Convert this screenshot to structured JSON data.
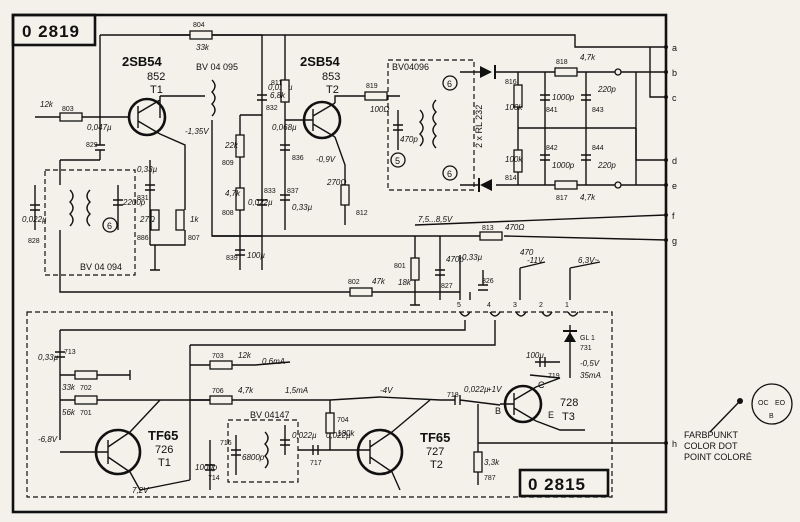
{
  "ids": {
    "top": "0 2819",
    "bottom": "0 2815"
  },
  "transistors": {
    "t852": {
      "type": "2SB54",
      "number": "852",
      "label": "T1"
    },
    "t853": {
      "type": "2SB54",
      "number": "853",
      "label": "T2"
    },
    "t726": {
      "type": "TF65",
      "number": "726",
      "label": "T1"
    },
    "t727": {
      "type": "TF65",
      "number": "727",
      "label": "T2"
    },
    "t728": {
      "number": "728",
      "label": "T3",
      "pins": [
        "B",
        "C",
        "E"
      ]
    }
  },
  "coils": [
    "BV 04 095",
    "BV04096",
    "BV 04 094",
    "BV 04147",
    "2 x RL 232"
  ],
  "components": {
    "r803": [
      "803",
      "12k"
    ],
    "r804": [
      "804",
      "33k"
    ],
    "c829": [
      "829",
      "0,047µ"
    ],
    "c828": [
      "828",
      "0,022µ"
    ],
    "c_2200": [
      "2200p"
    ],
    "c831": [
      "831",
      "0,33µ"
    ],
    "r886": [
      "886",
      "27Ω"
    ],
    "r807": [
      "807",
      "1k"
    ],
    "c832": [
      "832",
      "0,015µ"
    ],
    "r809": [
      "809",
      "22k"
    ],
    "r808": [
      "808",
      "4,7k"
    ],
    "c833": [
      "833",
      "0,022µ"
    ],
    "c839": [
      "839",
      "100µ"
    ],
    "r811": [
      "811",
      "6,8k"
    ],
    "c836": [
      "836",
      "0,068µ"
    ],
    "c837": [
      "837",
      "0,33µ"
    ],
    "r812": [
      "812",
      "270Ω"
    ],
    "r819": [
      "819",
      "100Ω"
    ],
    "c_470": [
      "470p"
    ],
    "r816": [
      "816",
      "100k"
    ],
    "c841": [
      "841",
      "1000p"
    ],
    "r818": [
      "818",
      "4,7k"
    ],
    "c843": [
      "843",
      "220p"
    ],
    "r814": [
      "814",
      "100k"
    ],
    "c842": [
      "842",
      "1000p"
    ],
    "c844": [
      "844",
      "220p"
    ],
    "r817": [
      "817",
      "4,7k"
    ],
    "r813": [
      "813",
      "470Ω"
    ],
    "r_470": [
      "470"
    ],
    "r801": [
      "801",
      "18k"
    ],
    "c827": [
      "827",
      "470p"
    ],
    "r802": [
      "802",
      "47k"
    ],
    "c826": [
      "826",
      "0,33µ"
    ],
    "c713": [
      "713",
      "0,33µ"
    ],
    "r702": [
      "702",
      "33k"
    ],
    "r701": [
      "701",
      "56k"
    ],
    "r703": [
      "703",
      "12k"
    ],
    "r706": [
      "706",
      "4,7k"
    ],
    "c718": [
      "718",
      "0,022µ"
    ],
    "c719": [
      "719",
      "100µ"
    ],
    "gl1": [
      "GL 1",
      "731"
    ],
    "r704": [
      "704",
      "180k"
    ],
    "c716": [
      "716",
      "6800p"
    ],
    "c_0022": [
      "0,022µ"
    ],
    "c717": [
      "717",
      "0,022µ"
    ],
    "c714": [
      "714",
      "1000p"
    ],
    "r787": [
      "787",
      "3,3k"
    ]
  },
  "annotations": {
    "v_135": "-1,35V",
    "v_09": "-0,9V",
    "v_758": "7,5...8,5V",
    "v_11": "-11V",
    "v_63": "6,3V~",
    "v_68": "-6,8V",
    "v_72": "7,2V",
    "ma_06": "0,6mA",
    "ma_15": "1,5mA",
    "v_4": "-4V",
    "v_1": "+1V",
    "v_05": "-0,5V",
    "ma_35": "35mA"
  },
  "circle_marks": [
    "6",
    "5",
    "6",
    "6"
  ],
  "terminals": [
    "a",
    "b",
    "c",
    "d",
    "e",
    "f",
    "g",
    "h"
  ],
  "pins": [
    "5",
    "4",
    "3",
    "2",
    "1"
  ],
  "legend": {
    "lines": [
      "FARBPUNKT",
      "COLOR DOT",
      "POINT COLORÉ"
    ],
    "socket_left": "OC",
    "socket_right": "EO",
    "socket_bottom": "B"
  }
}
